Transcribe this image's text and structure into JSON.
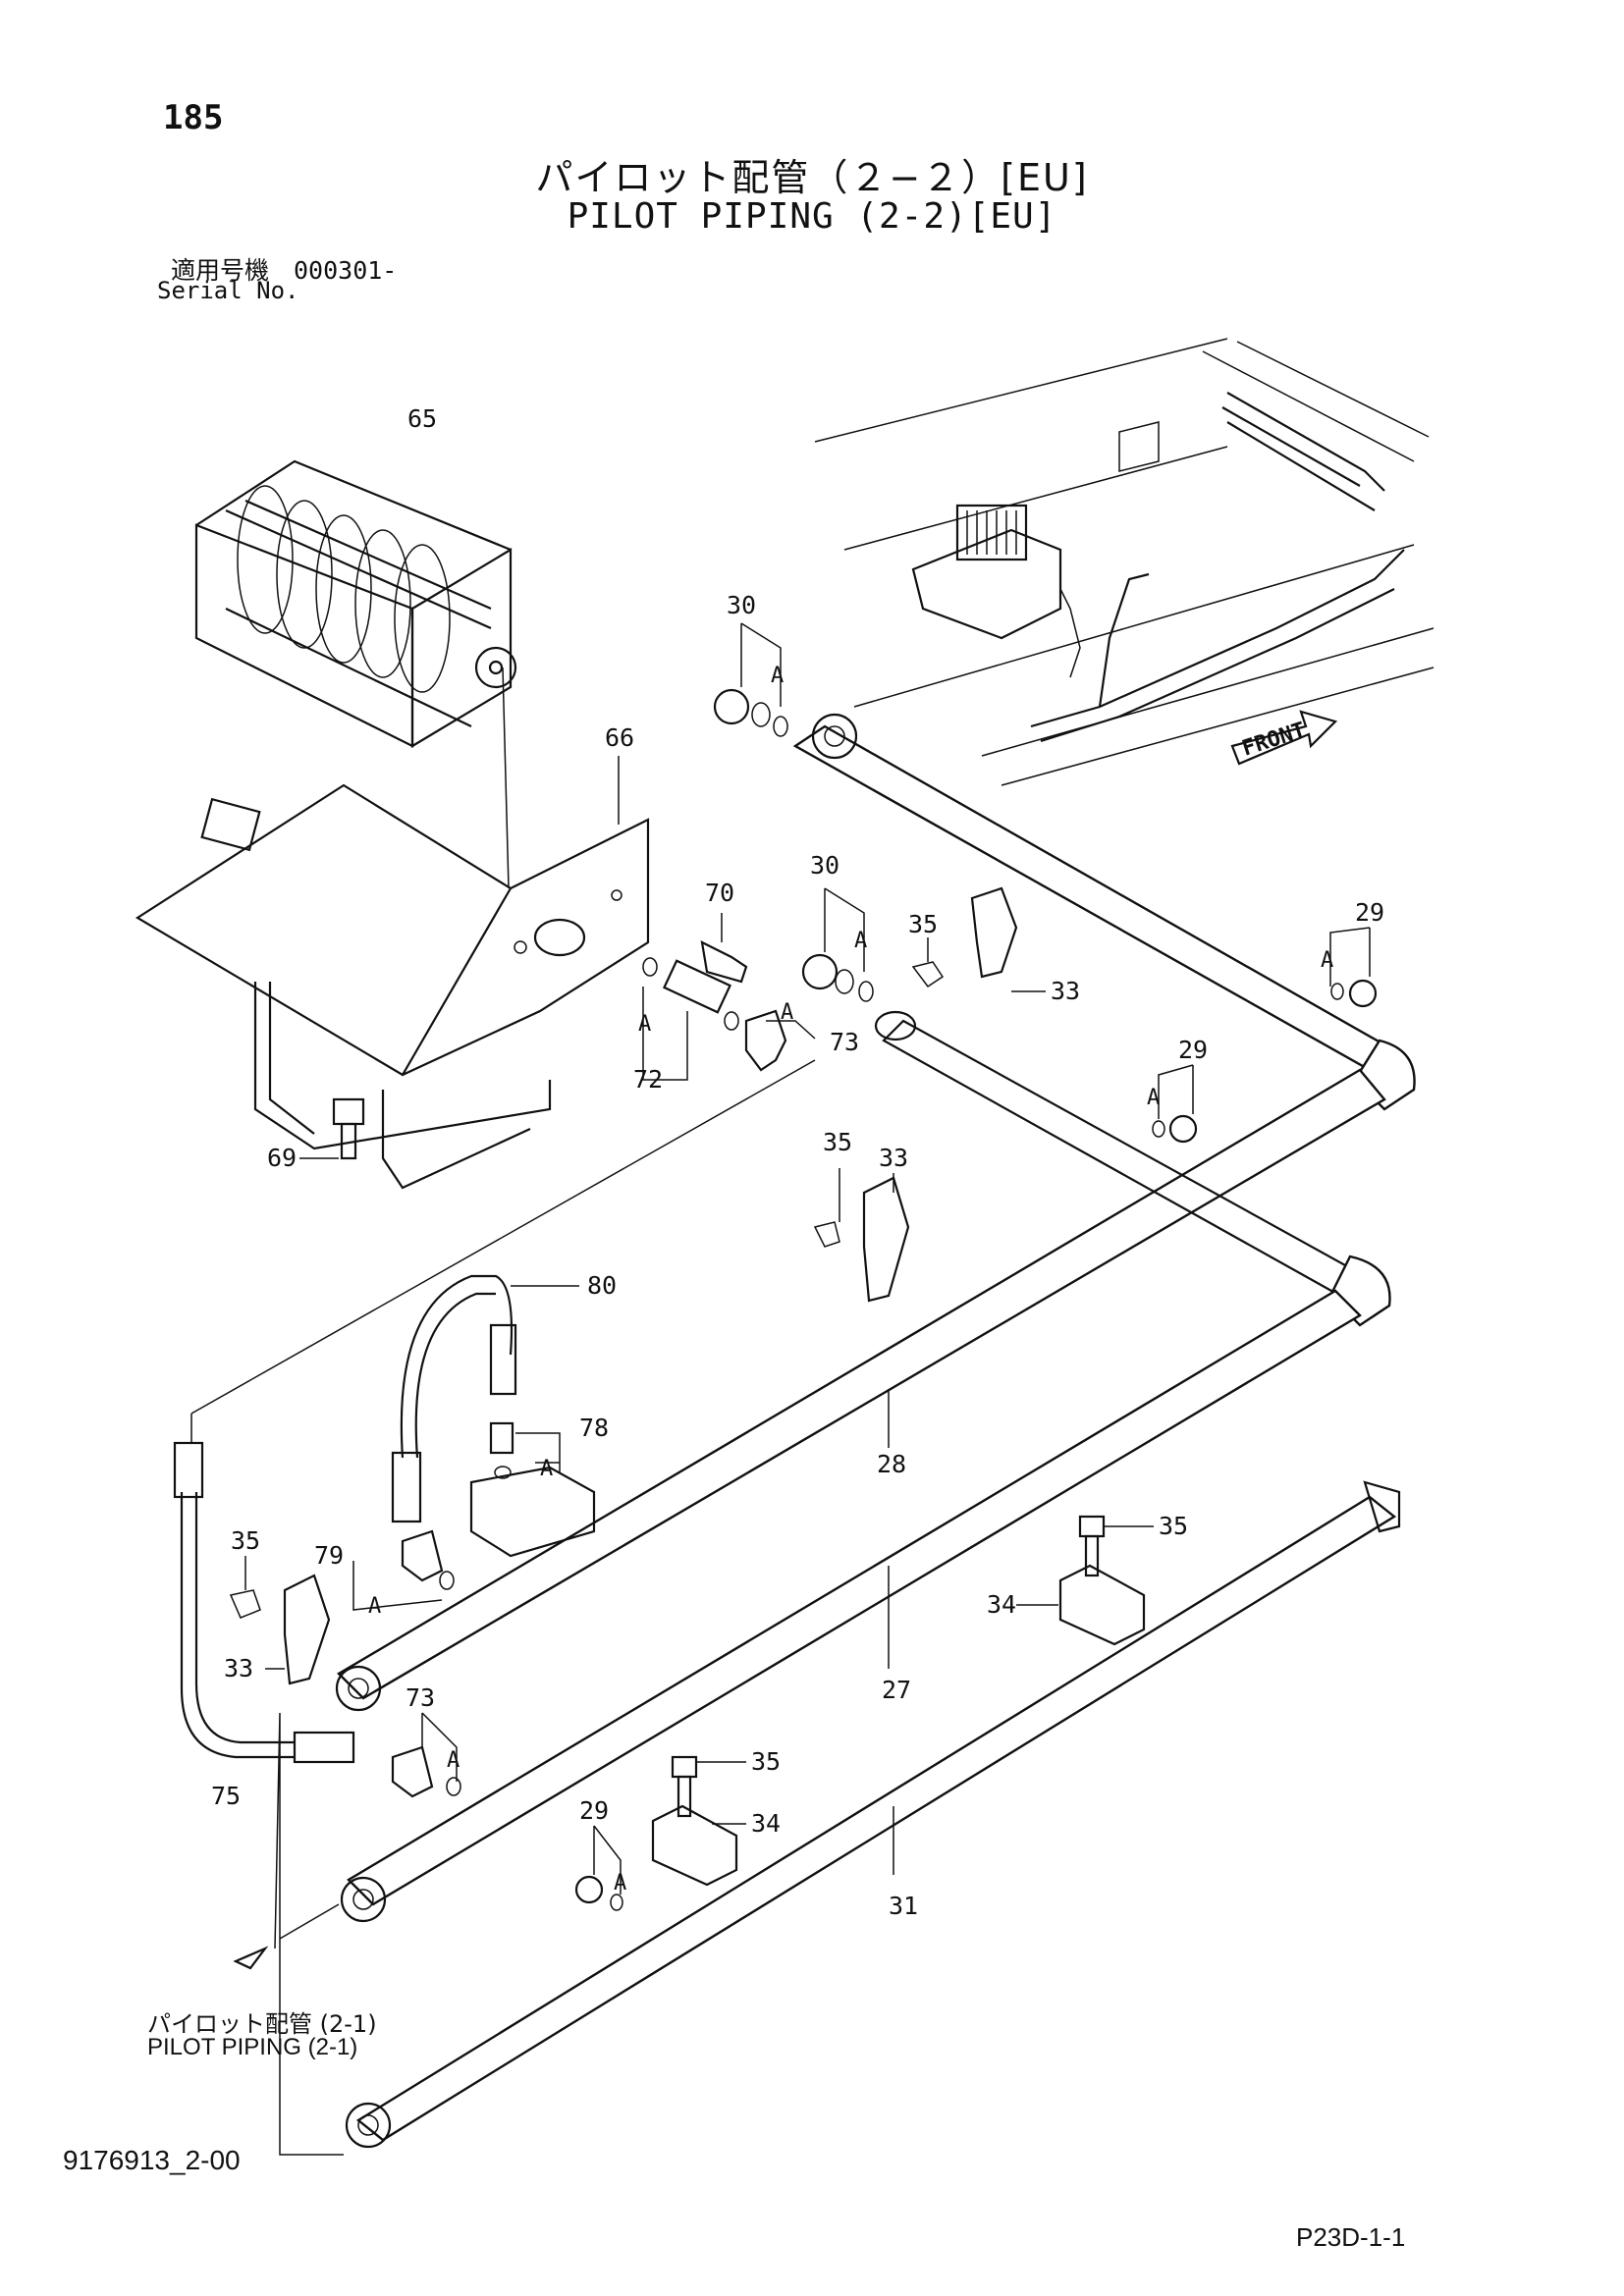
{
  "page_number": "185",
  "title": {
    "jp": "パイロット配管（２−２）[EU]",
    "en": "PILOT PIPING (2-2)[EU]"
  },
  "serial": {
    "jp": "適用号機　000301-",
    "en": "Serial No."
  },
  "reference": {
    "jp": "パイロット配管 (2-1)",
    "en": "PILOT PIPING (2-1)"
  },
  "drawing_number": "9176913_2-00",
  "sheet_code": "P23D-1-1",
  "front_label": "FRONT",
  "o_ring_label": "A",
  "callouts": [
    "65",
    "66",
    "70",
    "72",
    "73",
    "69",
    "30",
    "30",
    "35",
    "33",
    "29",
    "29",
    "35",
    "33",
    "80",
    "78",
    "28",
    "35",
    "34",
    "27",
    "35",
    "34",
    "29",
    "31",
    "35",
    "79",
    "33",
    "73",
    "75"
  ]
}
